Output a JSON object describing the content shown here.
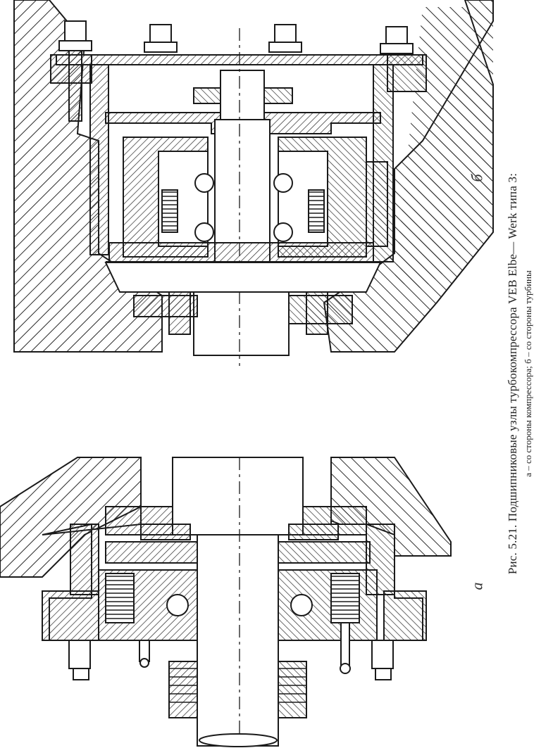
{
  "figure": {
    "caption": "Рис. 5.21. Подшипниковые узлы турбокомпрессора VEB Elbe— Werk типа 3:",
    "subcaption": "а – со стороны компрессора; б – со стороны турбины",
    "label_a": "а",
    "label_b": "б"
  },
  "colors": {
    "ink": "#1a1a1a",
    "background": "#ffffff",
    "hatch": "#2a2a2a"
  }
}
